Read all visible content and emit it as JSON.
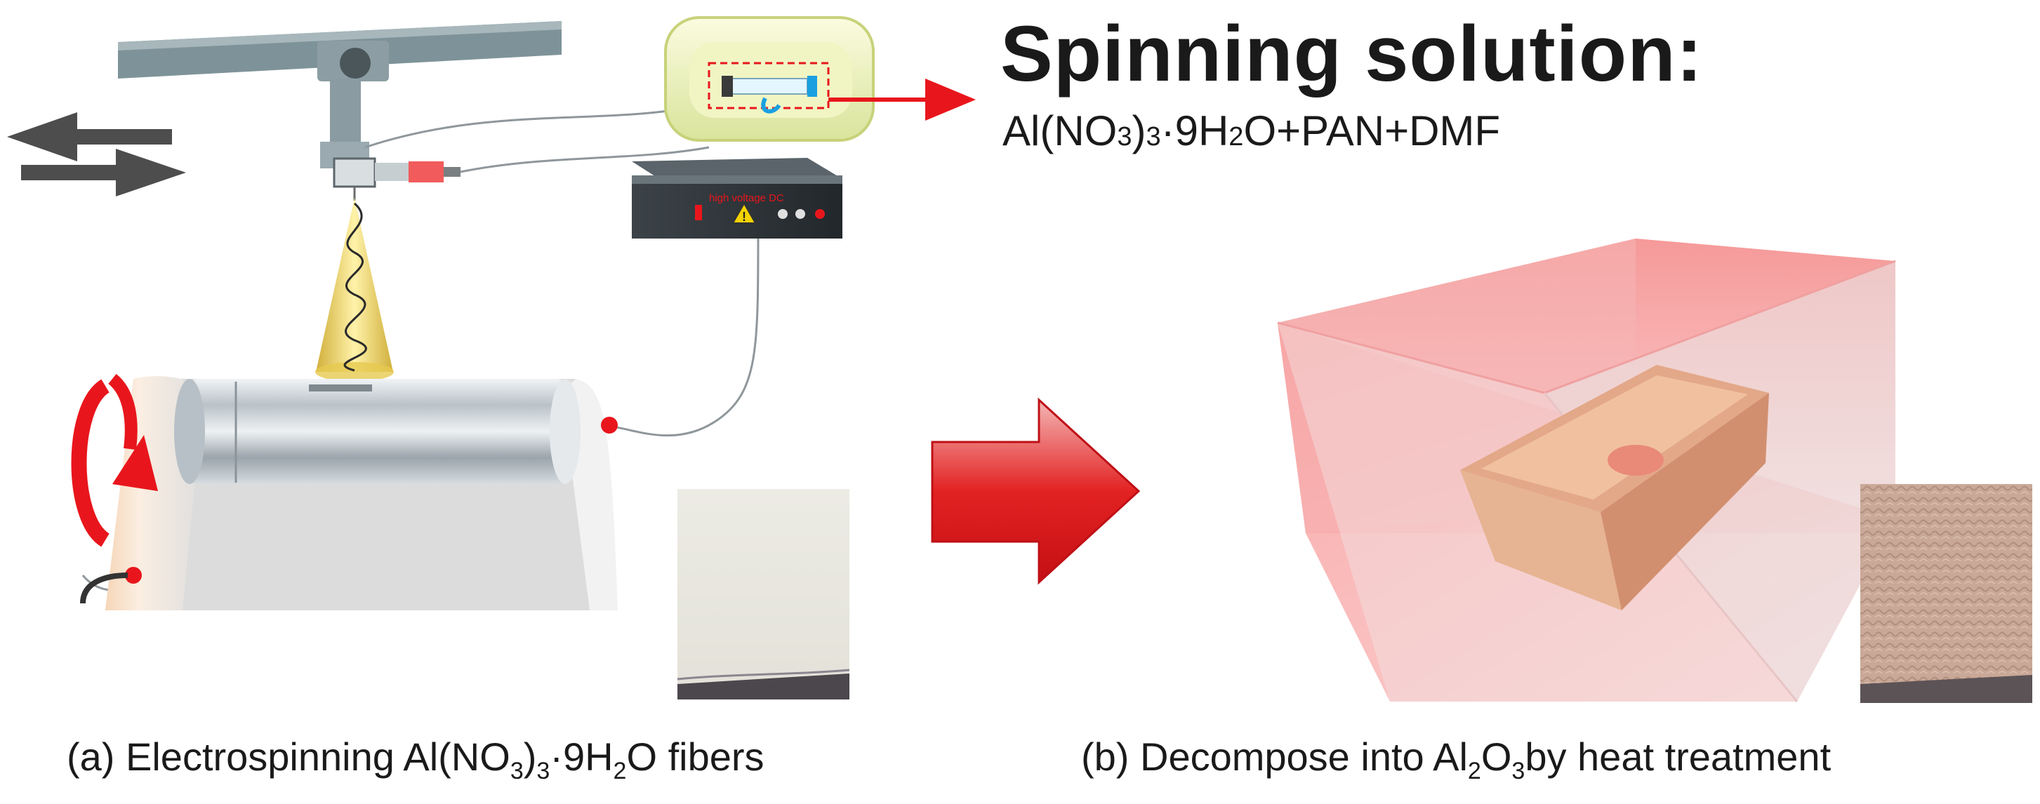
{
  "heading": "Spinning solution:",
  "formula": {
    "p1": "Al(NO",
    "s1": "3",
    "p2": ")",
    "s2": "3",
    "p3": "·9H",
    "s3": "2",
    "p4": "O+PAN+DMF"
  },
  "caption_a": {
    "prefix": "(a) Electrospinning Al(NO",
    "sub1": "3",
    "mid1": ")",
    "sub2": "3",
    "mid2": "·9H",
    "sub3": "2",
    "suffix": "O fibers"
  },
  "caption_b": {
    "prefix": "(b) Decompose into Al",
    "sub1": "2",
    "mid1": "O",
    "sub2": "3",
    "suffix": "by heat treatment"
  },
  "power_supply_label": "high voltage DC",
  "warning_symbol": "!",
  "colors": {
    "arrow_red": "#e8161c",
    "furnace_pink": "#f7a7a7",
    "rail_steel": "#6f8389",
    "tray_beige": "#e7ad8a"
  }
}
